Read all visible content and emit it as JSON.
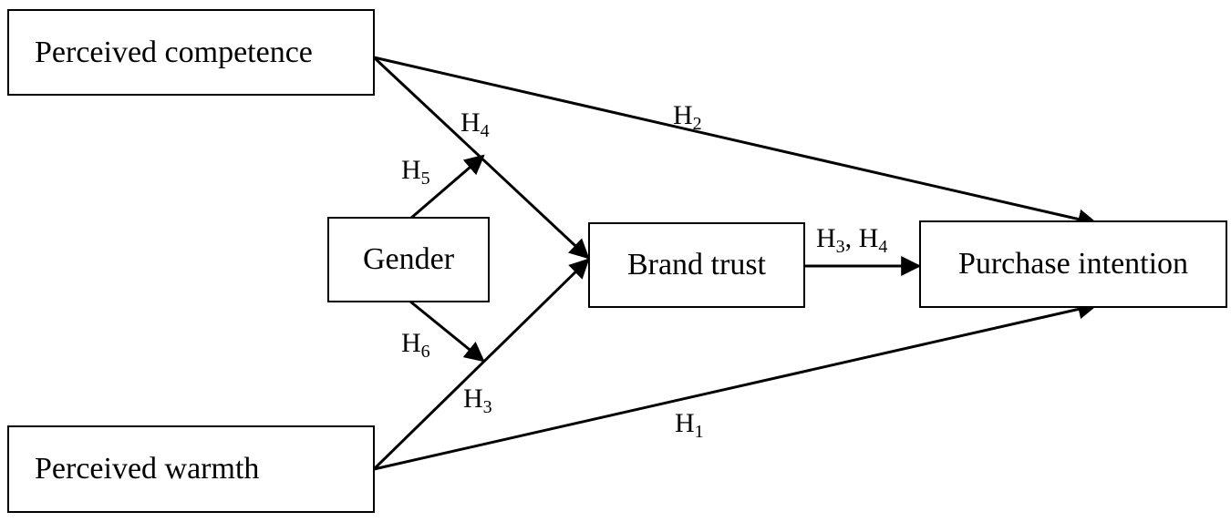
{
  "nodes": {
    "competence": "Perceived competence",
    "warmth": "Perceived warmth",
    "gender": "Gender",
    "trust": "Brand trust",
    "intention": "Purchase intention"
  },
  "paths": {
    "h1": {
      "base": "H",
      "sub": "1"
    },
    "h2": {
      "base": "H",
      "sub": "2"
    },
    "h3": {
      "base": "H",
      "sub": "3"
    },
    "h4": {
      "base": "H",
      "sub": "4"
    },
    "h5": {
      "base": "H",
      "sub": "5"
    },
    "h6": {
      "base": "H",
      "sub": "6"
    },
    "h3h4": {
      "base1": "H",
      "sub1": "3",
      "sep": ", ",
      "base2": "H",
      "sub2": "4"
    }
  }
}
